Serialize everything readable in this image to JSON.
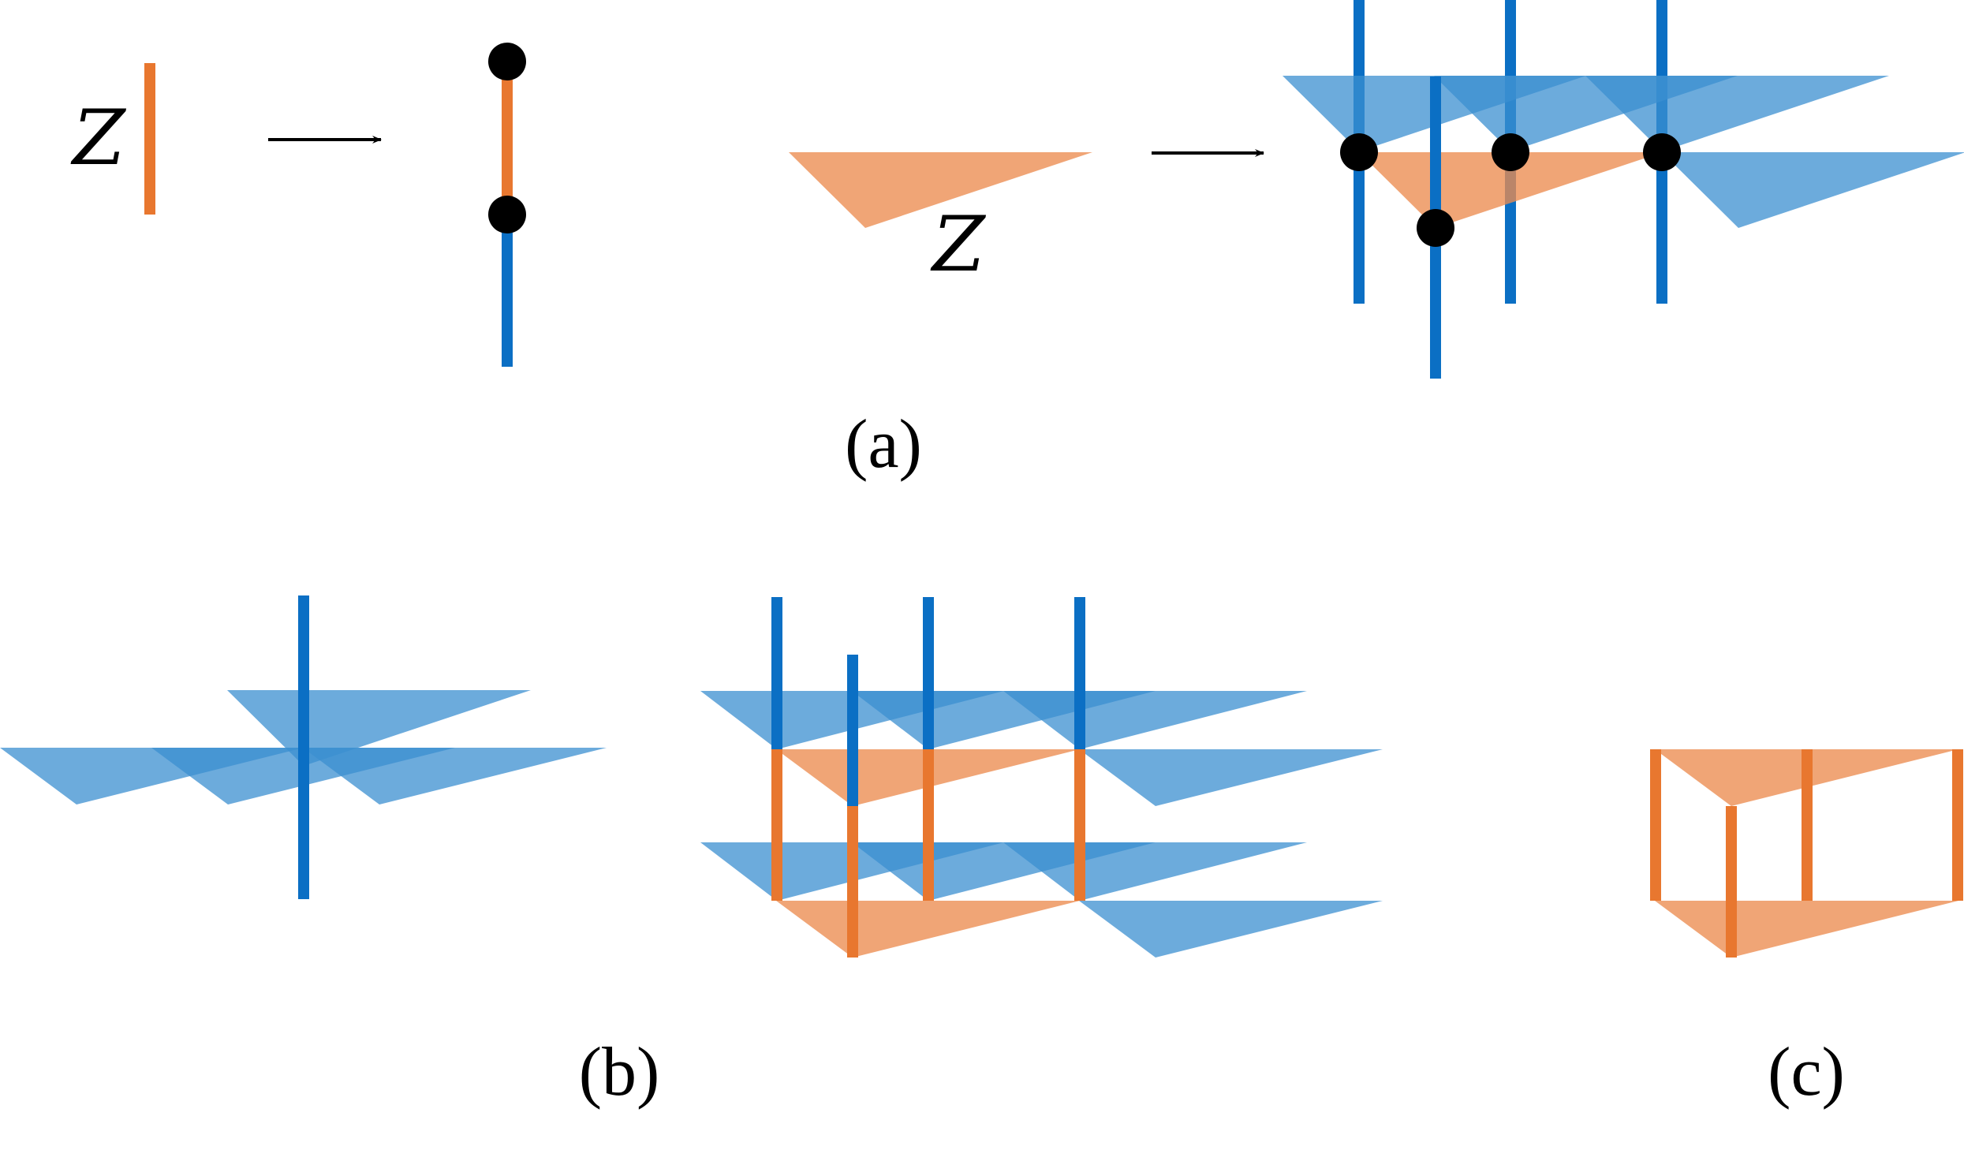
{
  "colors": {
    "blue_face": "#3b8fd0",
    "blue_line": "#0b6fc4",
    "orange_face": "#ec8c4f",
    "orange_line": "#e8772f",
    "node": "#000000"
  },
  "panel_a": {
    "edge_label": "Z",
    "face_label": "Z",
    "caption": "(a)"
  },
  "panel_b": {
    "caption": "(b)"
  },
  "panel_c": {
    "caption": "(c)"
  }
}
